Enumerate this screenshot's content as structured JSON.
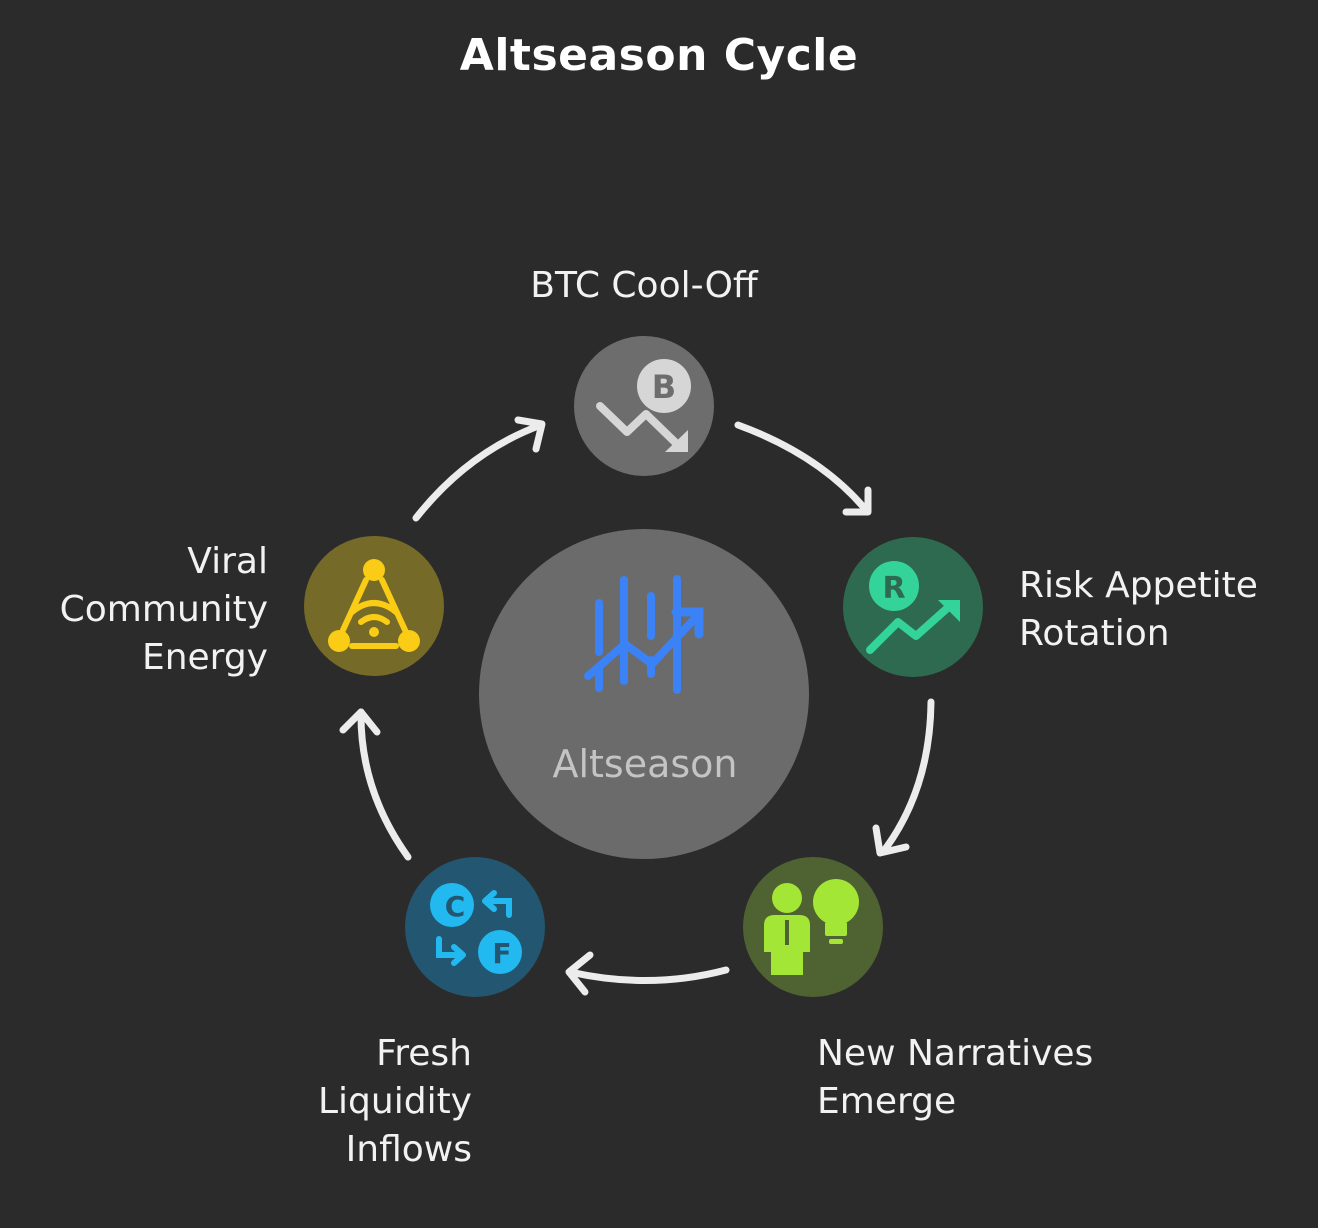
{
  "title": "Altseason Cycle",
  "center": {
    "label": "Altseason",
    "icon": "market-chart-icon",
    "color": "#6b6b6b",
    "icon_color": "#3b82f6"
  },
  "stages": [
    {
      "label": "BTC Cool-Off",
      "icon": "bitcoin-decline-icon",
      "circle_color": "#6d6d6d",
      "icon_color": "#d6d6d6"
    },
    {
      "label": "Risk Appetite\nRotation",
      "icon": "rising-trend-icon",
      "circle_color": "#2e6a4f",
      "icon_color": "#34d399"
    },
    {
      "label": "New Narratives\nEmerge",
      "icon": "person-idea-icon",
      "circle_color": "#4f6232",
      "icon_color": "#a3e635"
    },
    {
      "label": "Fresh\nLiquidity\nInflows",
      "icon": "currency-exchange-icon",
      "circle_color": "#235670",
      "icon_color": "#22b8f0"
    },
    {
      "label": "Viral\nCommunity\nEnergy",
      "icon": "community-network-icon",
      "circle_color": "#756a27",
      "icon_color": "#facc15"
    }
  ],
  "arrow_color": "#ececec"
}
